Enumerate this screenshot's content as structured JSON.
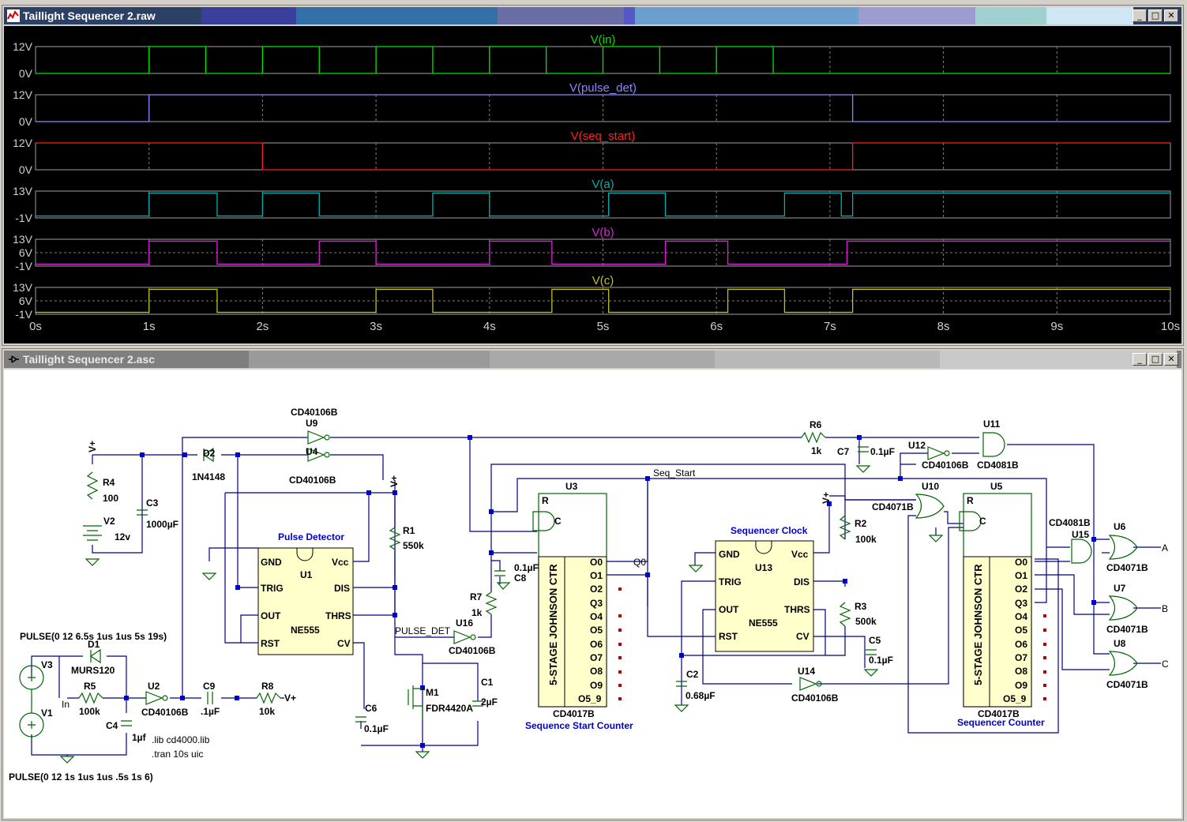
{
  "waveform_window": {
    "title": "Taillight Sequencer 2.raw",
    "time_ticks": [
      "0s",
      "1s",
      "2s",
      "3s",
      "4s",
      "5s",
      "6s",
      "7s",
      "8s",
      "9s",
      "10s"
    ],
    "traces": [
      {
        "name": "V(in)",
        "color": "#00e600",
        "axis_labels": [
          "12V",
          "0V"
        ]
      },
      {
        "name": "V(pulse_det)",
        "color": "#8888ff",
        "axis_labels": [
          "12V",
          "0V"
        ]
      },
      {
        "name": "V(seq_start)",
        "color": "#ff2020",
        "axis_labels": [
          "12V",
          "0V"
        ]
      },
      {
        "name": "V(a)",
        "color": "#00b0b0",
        "axis_labels": [
          "13V",
          "-1V"
        ]
      },
      {
        "name": "V(b)",
        "color": "#e020e0",
        "axis_labels": [
          "13V",
          "6V",
          "-1V"
        ]
      },
      {
        "name": "V(c)",
        "color": "#c0c020",
        "axis_labels": [
          "13V",
          "6V",
          "-1V"
        ]
      }
    ]
  },
  "chart_data": {
    "type": "line",
    "title": "",
    "xlabel": "",
    "ylabel": "",
    "x_unit": "s",
    "xlim": [
      0,
      10
    ],
    "grid": true,
    "series": [
      {
        "name": "V(in)",
        "ylim": [
          0,
          12
        ],
        "steps": [
          [
            0,
            0
          ],
          [
            1,
            12
          ],
          [
            1.5,
            0
          ],
          [
            2,
            12
          ],
          [
            2.5,
            0
          ],
          [
            3,
            12
          ],
          [
            3.5,
            0
          ],
          [
            4,
            12
          ],
          [
            4.5,
            0
          ],
          [
            5,
            12
          ],
          [
            5.5,
            0
          ],
          [
            6,
            12
          ],
          [
            6.5,
            0
          ],
          [
            10,
            0
          ]
        ]
      },
      {
        "name": "V(pulse_det)",
        "ylim": [
          0,
          12
        ],
        "steps": [
          [
            0,
            0
          ],
          [
            1,
            12
          ],
          [
            7.2,
            0
          ],
          [
            10,
            0
          ]
        ]
      },
      {
        "name": "V(seq_start)",
        "ylim": [
          0,
          12
        ],
        "steps": [
          [
            0,
            12
          ],
          [
            2,
            0
          ],
          [
            7.2,
            12
          ],
          [
            10,
            12
          ]
        ]
      },
      {
        "name": "V(a)",
        "ylim": [
          -1,
          13
        ],
        "steps": [
          [
            0,
            0
          ],
          [
            1,
            12
          ],
          [
            1.6,
            0
          ],
          [
            2,
            12
          ],
          [
            2.5,
            0
          ],
          [
            3.5,
            12
          ],
          [
            4,
            0
          ],
          [
            5.05,
            12
          ],
          [
            5.55,
            0
          ],
          [
            6.6,
            12
          ],
          [
            7.1,
            0
          ],
          [
            7.2,
            12
          ],
          [
            10,
            12
          ]
        ]
      },
      {
        "name": "V(b)",
        "ylim": [
          -1,
          13
        ],
        "steps": [
          [
            0,
            0
          ],
          [
            1,
            12
          ],
          [
            1.6,
            0
          ],
          [
            2.5,
            12
          ],
          [
            3,
            0
          ],
          [
            4,
            12
          ],
          [
            4.55,
            0
          ],
          [
            5.55,
            12
          ],
          [
            6.1,
            0
          ],
          [
            7.15,
            12
          ],
          [
            10,
            12
          ]
        ]
      },
      {
        "name": "V(c)",
        "ylim": [
          -1,
          13
        ],
        "steps": [
          [
            0,
            0
          ],
          [
            1,
            12
          ],
          [
            1.6,
            0
          ],
          [
            3,
            12
          ],
          [
            3.5,
            0
          ],
          [
            4.55,
            12
          ],
          [
            5.05,
            0
          ],
          [
            6.1,
            12
          ],
          [
            6.6,
            0
          ],
          [
            7.2,
            12
          ],
          [
            10,
            12
          ]
        ]
      }
    ]
  },
  "schematic_window": {
    "title": "Taillight Sequencer 2.asc",
    "labels": {
      "u9_type": "CD40106B",
      "u9": "U9",
      "u4": "U4",
      "u4_type": "CD40106B",
      "d2": "D2",
      "d2_type": "1N4148",
      "vplus": "V+",
      "r4": "R4",
      "r4_val": "100",
      "c3": "C3",
      "c3_val": "1000µF",
      "v2": "V2",
      "v2_val": "12v",
      "pulse_detector": "Pulse Detector",
      "u1": "U1",
      "ne555": "NE555",
      "gnd": "GND",
      "vcc": "Vcc",
      "trig": "TRIG",
      "dis": "DIS",
      "out": "OUT",
      "thrs": "THRS",
      "rst": "RST",
      "cv": "CV",
      "r1": "R1",
      "r1_val": "550k",
      "pulse_det_net": "PULSE_DET",
      "u16": "U16",
      "u16_type": "CD40106B",
      "r7": "R7",
      "r7_val": "1k",
      "c8_val": "0.1µF",
      "c8": "C8",
      "c1": "C1",
      "c1_val": "2µF",
      "m1": "M1",
      "m1_type": "FDR4420A",
      "c6": "C6",
      "c6_val": "0.1µF",
      "pulse1": "PULSE(0 12 6.5s 1us 1us 5s 19s)",
      "d1": "D1",
      "d1_type": "MURS120",
      "v3": "V3",
      "v1": "V1",
      "r5": "R5",
      "r5_val": "100k",
      "in_net": "In",
      "u2": "U2",
      "u2_type": "CD40106B",
      "c9": "C9",
      "c9_val": ".1µF",
      "r8": "R8",
      "r8_val": "10k",
      "c4": "C4",
      "c4_val": "1µf",
      "lib": ".lib cd4000.lib",
      "tran": ".tran 10s uic",
      "pulse2": "PULSE(0 12 1s 1us 1us .5s 1s 6)",
      "u3": "U3",
      "johnson": "5-STAGE JOHNSON CTR",
      "r_pin": "R",
      "c_pin": "C",
      "o0": "O0",
      "o1": "O1",
      "o2": "O2",
      "q3": "Q3",
      "o4": "O4",
      "o5": "O5",
      "o6": "O6",
      "o7": "O7",
      "o8": "O8",
      "o9": "O9",
      "o5_9": "O5_9",
      "q0_net": "Q0",
      "cd4017b": "CD4017B",
      "seq_start_counter": "Sequence Start Counter",
      "seq_start_net": "Seq_Start",
      "r6": "R6",
      "r6_val": "1k",
      "c7": "C7",
      "c7_val": "0.1µF",
      "u12": "U12",
      "u12_type": "CD40106B",
      "u11": "U11",
      "u11_type": "CD4081B",
      "sequencer_clock": "Sequencer Clock",
      "u13": "U13",
      "r2": "R2",
      "r2_val": "100k",
      "r3": "R3",
      "r3_val": "500k",
      "c5": "C5",
      "c5_val": "0.1µF",
      "c2": "C2",
      "c2_val": "0.68µF",
      "u14": "U14",
      "u14_type": "CD40106B",
      "u10": "U10",
      "u10_type": "CD4071B",
      "u5": "U5",
      "sequencer_counter": "Sequencer Counter",
      "u15_type": "CD4081B",
      "u15": "U15",
      "u6": "U6",
      "u6_type": "CD4071B",
      "u7": "U7",
      "u7_type": "CD4071B",
      "u8": "U8",
      "u8_type": "CD4071B",
      "out_a": "A",
      "out_b": "B",
      "out_c": "C"
    }
  }
}
